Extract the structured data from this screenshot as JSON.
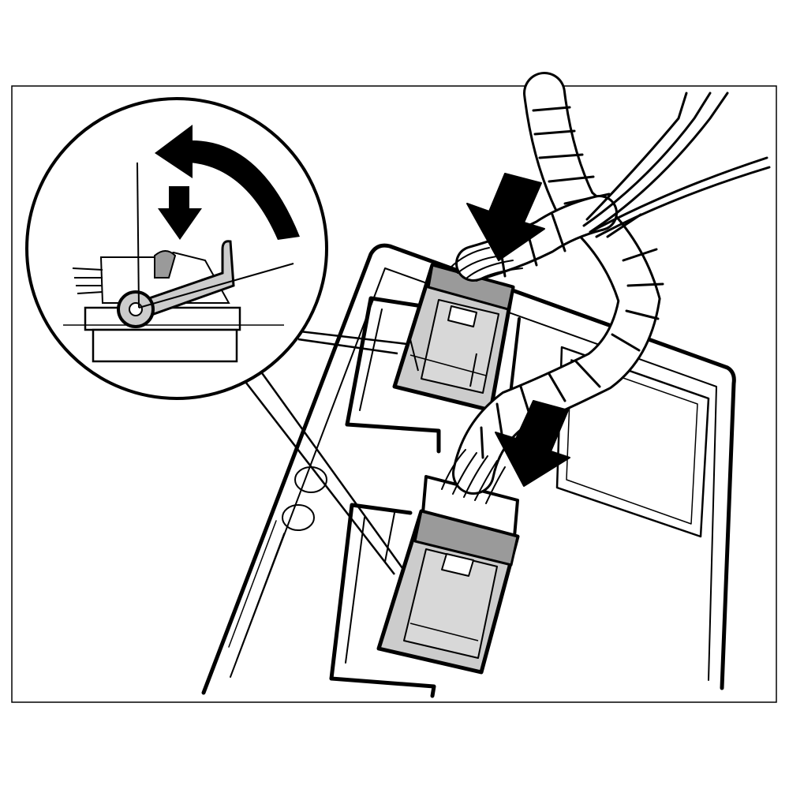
{
  "illustration": {
    "kind": "technical-instruction-drawing",
    "subject": "wiring-harness-connectors-latch",
    "connector_count": 2,
    "push_arrow_count": 3,
    "rotation_arrow_count": 1,
    "has_detail_callout": true
  },
  "colors": {
    "background": "#ffffff",
    "line": "#000000",
    "connector_fill": "#cccccc",
    "connector_dark": "#9a9a9a",
    "arrow_fill": "#000000"
  }
}
